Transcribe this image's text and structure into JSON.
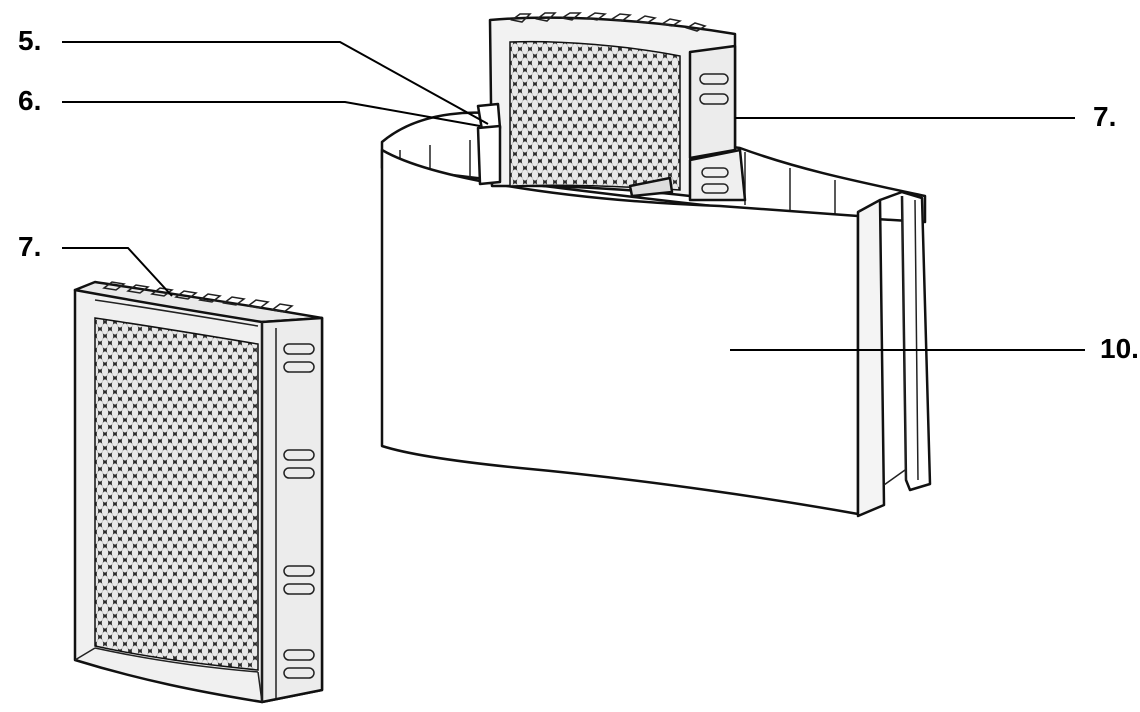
{
  "callouts": [
    {
      "id": "c5",
      "label": "5."
    },
    {
      "id": "c6",
      "label": "6."
    },
    {
      "id": "c7a",
      "label": "7."
    },
    {
      "id": "c7b",
      "label": "7."
    },
    {
      "id": "c10",
      "label": "10."
    }
  ],
  "colors": {
    "line": "#111111",
    "filter_mesh": "#2a2a2a",
    "frame_fill": "#f2f2f2",
    "housing_fill": "#ffffff"
  }
}
